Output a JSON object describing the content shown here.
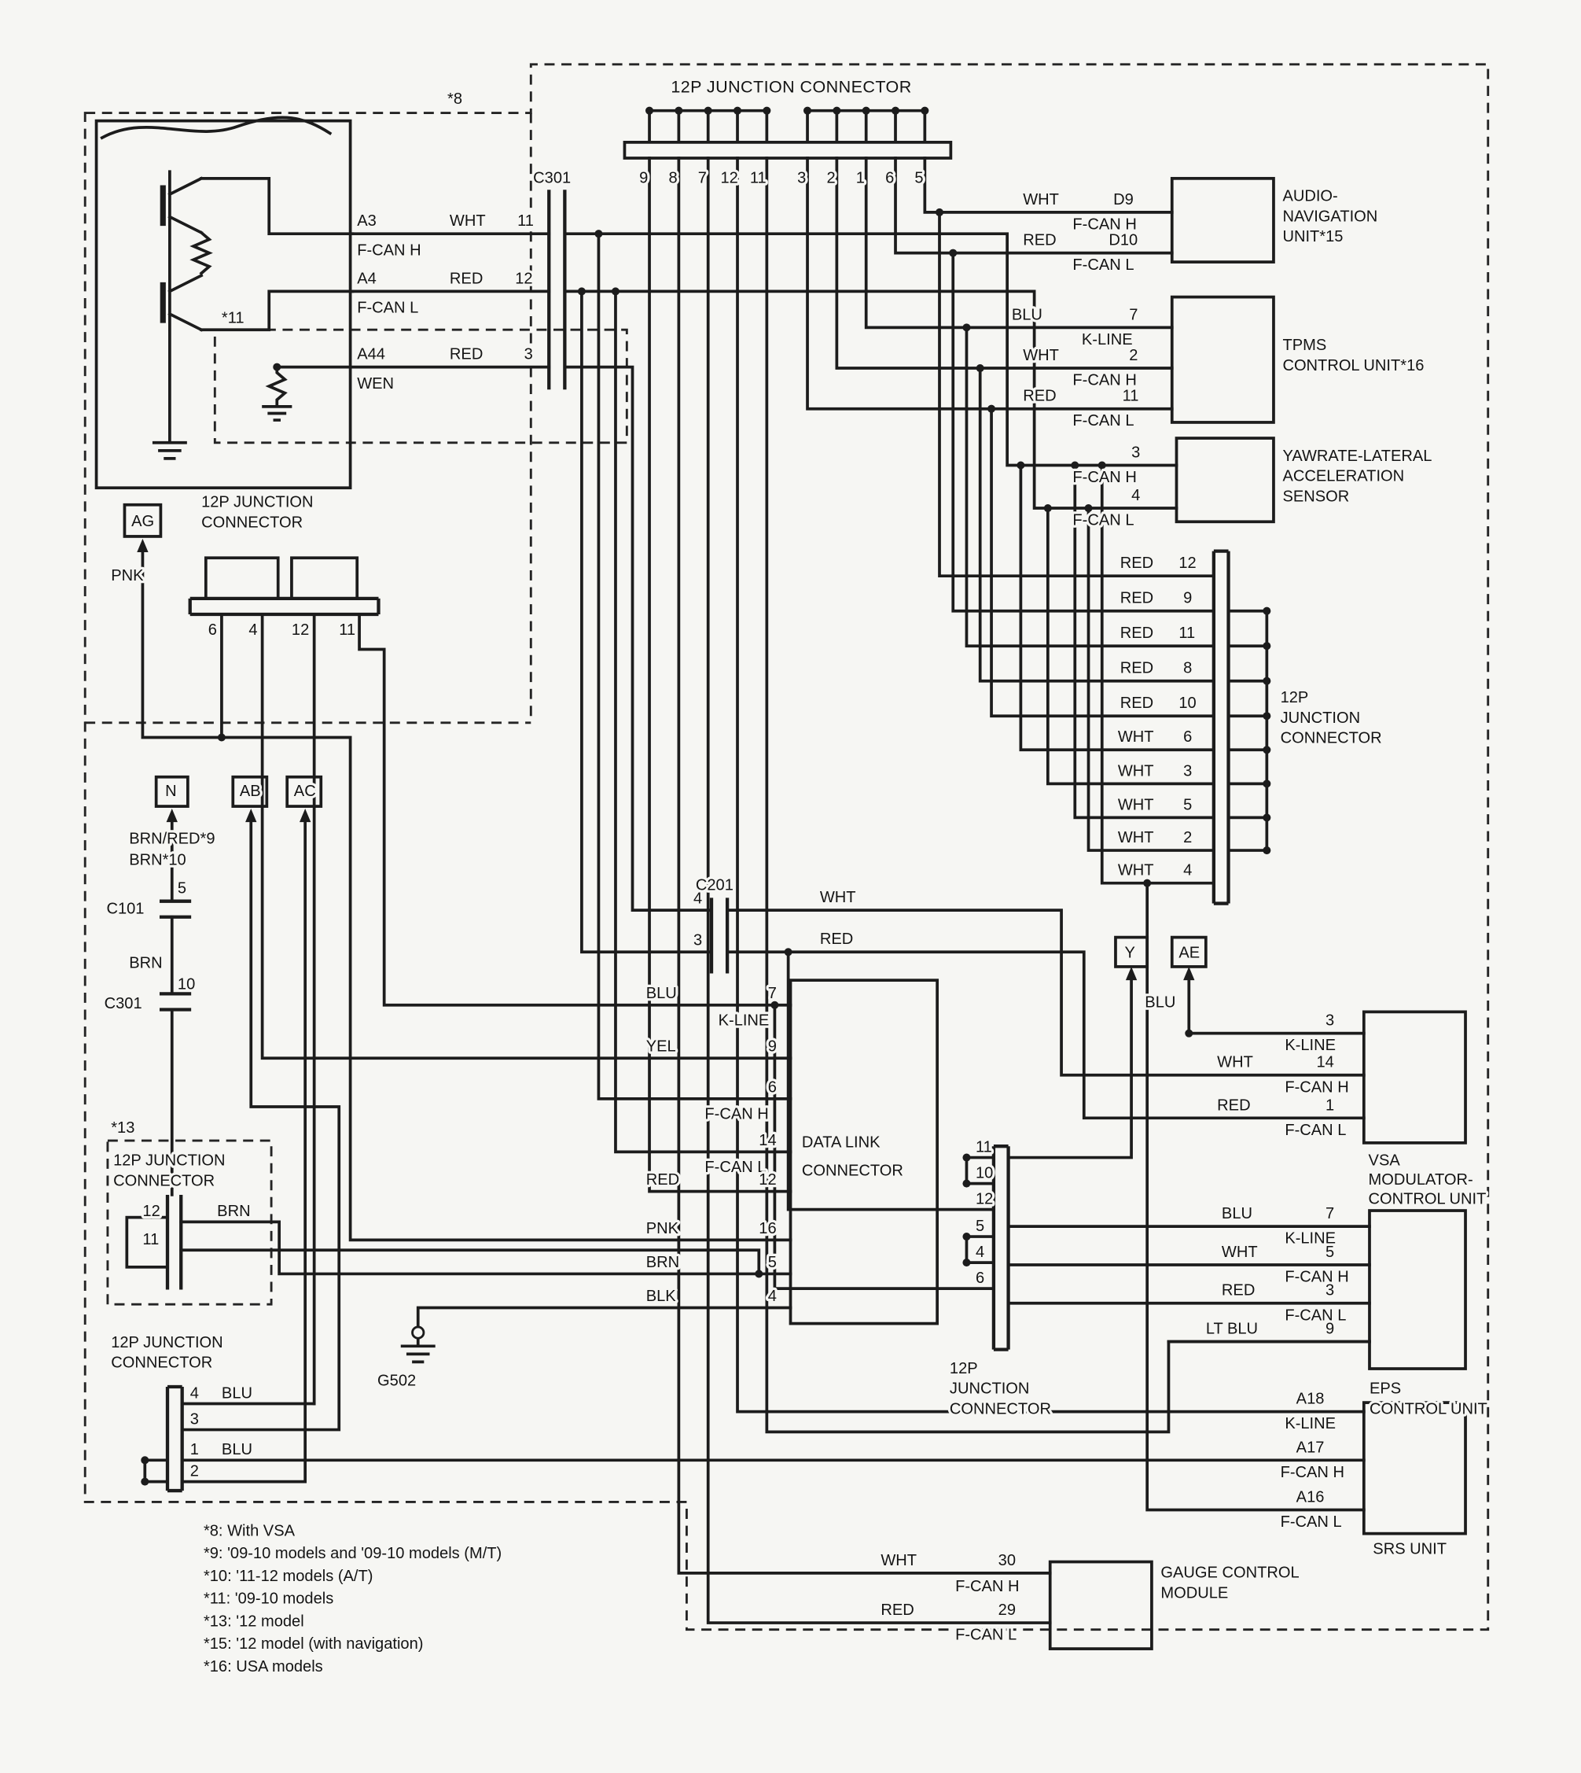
{
  "top": {
    "title": "12P JUNCTION CONNECTOR",
    "pins": [
      "9",
      "8",
      "7",
      "12",
      "11",
      "3",
      "2",
      "1",
      "6",
      "5"
    ]
  },
  "notes": {
    "s8": "*8",
    "s11": "*11",
    "s13": "*13"
  },
  "c301t": {
    "name": "C301",
    "p1": "11",
    "p2": "12",
    "p3": "3"
  },
  "aw": {
    "a3": "A3",
    "a3s": "F-CAN H",
    "a3c": "WHT",
    "a4": "A4",
    "a4s": "F-CAN L",
    "a4c": "RED",
    "a44": "A44",
    "a44s": "WEN",
    "a44c": "RED"
  },
  "audio": {
    "n1": "AUDIO-",
    "n2": "NAVIGATION",
    "n3": "UNIT*15",
    "r": [
      {
        "c": "WHT",
        "p": "D9",
        "s": "F-CAN H"
      },
      {
        "c": "RED",
        "p": "D10",
        "s": "F-CAN L"
      }
    ]
  },
  "tpms": {
    "n1": "TPMS",
    "n2": "CONTROL UNIT*16",
    "r": [
      {
        "c": "BLU",
        "p": "7",
        "s": "K-LINE"
      },
      {
        "c": "WHT",
        "p": "2",
        "s": "F-CAN H"
      },
      {
        "c": "RED",
        "p": "11",
        "s": "F-CAN L"
      }
    ]
  },
  "yaw": {
    "n1": "YAWRATE-LATERAL",
    "n2": "ACCELERATION",
    "n3": "SENSOR",
    "r": [
      {
        "p": "3",
        "s": "F-CAN H"
      },
      {
        "p": "4",
        "s": "F-CAN L"
      }
    ]
  },
  "rjc": {
    "n1": "12P",
    "n2": "JUNCTION",
    "n3": "CONNECTOR",
    "r": [
      {
        "c": "RED",
        "p": "12"
      },
      {
        "c": "RED",
        "p": "9"
      },
      {
        "c": "RED",
        "p": "11"
      },
      {
        "c": "RED",
        "p": "8"
      },
      {
        "c": "RED",
        "p": "10"
      },
      {
        "c": "WHT",
        "p": "6"
      },
      {
        "c": "WHT",
        "p": "3"
      },
      {
        "c": "WHT",
        "p": "5"
      },
      {
        "c": "WHT",
        "p": "2"
      },
      {
        "c": "WHT",
        "p": "4"
      }
    ]
  },
  "ag": {
    "t": "AG",
    "w": "PNK"
  },
  "ljc": {
    "n1": "12P JUNCTION",
    "n2": "CONNECTOR",
    "p": [
      "6",
      "4",
      "12",
      "11"
    ]
  },
  "conn": {
    "n": "N",
    "ab": "AB",
    "ac": "AC",
    "w1": "BRN/RED*9",
    "w2": "BRN*10",
    "c101": "C101",
    "c101p": "5",
    "brn": "BRN",
    "c301": "C301",
    "c301p": "10"
  },
  "j13": {
    "n1": "12P JUNCTION",
    "n2": "CONNECTOR",
    "p12": "12",
    "p11": "11",
    "w": "BRN"
  },
  "bjc": {
    "n1": "12P JUNCTION",
    "n2": "CONNECTOR",
    "p": [
      "4",
      "3",
      "1",
      "2"
    ],
    "w1": "BLU",
    "w2": "BLU"
  },
  "c201": {
    "name": "C201",
    "p1": "4",
    "p2": "3",
    "w1": "WHT",
    "w2": "RED"
  },
  "dlc": {
    "n1": "DATA LINK",
    "n2": "CONNECTOR",
    "c": [
      "BLU",
      "YEL",
      "RED",
      "PNK",
      "BRN",
      "BLK"
    ],
    "p": [
      "7",
      "9",
      "6",
      "14",
      "12",
      "16",
      "5",
      "4"
    ],
    "s": [
      "K-LINE",
      "F-CAN H",
      "F-CAN L"
    ]
  },
  "g502": "G502",
  "yae": {
    "y": "Y",
    "ae": "AE",
    "w": "BLU"
  },
  "mjc": {
    "n1": "12P",
    "n2": "JUNCTION",
    "n3": "CONNECTOR",
    "p": [
      "11",
      "10",
      "12",
      "5",
      "4",
      "6"
    ]
  },
  "vsa": {
    "n1": "VSA",
    "n2": "MODULATOR-",
    "n3": "CONTROL UNIT",
    "r": [
      {
        "p": "3",
        "s": "K-LINE"
      },
      {
        "c": "WHT",
        "p": "14",
        "s": "F-CAN H"
      },
      {
        "c": "RED",
        "p": "1",
        "s": "F-CAN L"
      }
    ]
  },
  "eps": {
    "n1": "EPS",
    "n2": "CONTROL UNIT",
    "r": [
      {
        "c": "BLU",
        "p": "7",
        "s": "K-LINE"
      },
      {
        "c": "WHT",
        "p": "5",
        "s": "F-CAN H"
      },
      {
        "c": "RED",
        "p": "3",
        "s": "F-CAN L"
      },
      {
        "c": "LT BLU",
        "p": "9"
      }
    ]
  },
  "srs": {
    "name": "SRS UNIT",
    "r": [
      {
        "p": "A18",
        "s": "K-LINE"
      },
      {
        "p": "A17",
        "s": "F-CAN H"
      },
      {
        "p": "A16",
        "s": "F-CAN L"
      }
    ]
  },
  "gauge": {
    "n1": "GAUGE CONTROL",
    "n2": "MODULE",
    "r": [
      {
        "c": "WHT",
        "p": "30",
        "s": "F-CAN H"
      },
      {
        "c": "RED",
        "p": "29",
        "s": "F-CAN L"
      }
    ]
  },
  "fn": [
    "*8: With VSA",
    "*9: '09-10 models and '09-10 models (M/T)",
    "*10: '11-12 models (A/T)",
    "*11: '09-10 models",
    "*13: '12 model",
    "*15: '12 model (with navigation)",
    "*16: USA models"
  ]
}
